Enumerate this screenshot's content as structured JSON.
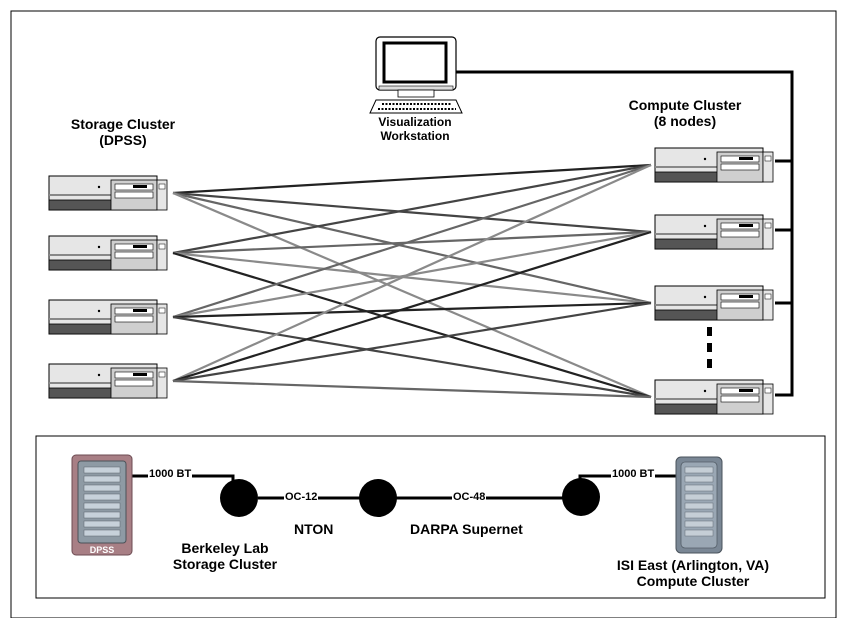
{
  "top": {
    "storage_cluster": {
      "name": "Storage Cluster",
      "sub": "(DPSS)"
    },
    "workstation": {
      "line1": "Visualization",
      "line2": "Workstation"
    },
    "compute_cluster": {
      "name": "Compute Cluster",
      "sub": "(8 nodes)"
    },
    "storage_node_icon": "desktop-server-icon",
    "compute_node_icon": "desktop-server-icon",
    "workstation_icon": "crt-monitor-icon"
  },
  "bottom": {
    "dpss_label": "DPSS",
    "link1": "1000 BT",
    "link2": "OC-12",
    "link3": "OC-48",
    "link4": "1000 BT",
    "nton": "NTON",
    "darpa": "DARPA Supernet",
    "berkeley": {
      "line1": "Berkeley Lab",
      "line2": "Storage Cluster"
    },
    "isi": {
      "line1": "ISI East (Arlington, VA)",
      "line2": "Compute Cluster"
    }
  }
}
